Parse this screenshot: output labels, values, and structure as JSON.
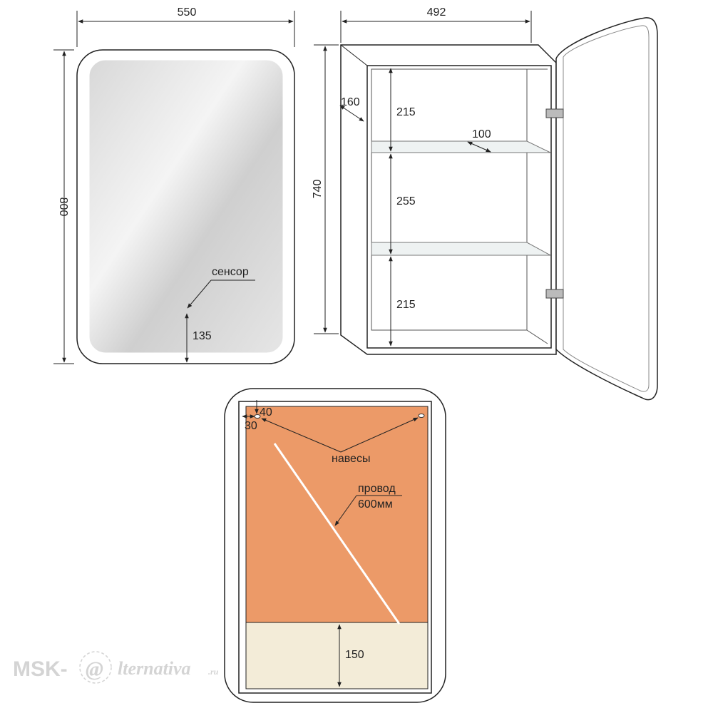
{
  "front_view": {
    "width_label": "550",
    "height_label": "800",
    "sensor_label": "сенсор",
    "sensor_height_label": "135"
  },
  "side_view": {
    "width_label": "492",
    "height_label": "740",
    "depth_label": "160",
    "shelf_depth_label": "100",
    "compartment_labels": [
      "215",
      "255",
      "215"
    ]
  },
  "back_view": {
    "top_offset_label": "40",
    "side_offset_label": "30",
    "hinges_label": "навесы",
    "wire_label_line1": "провод",
    "wire_label_line2": "600мм",
    "bottom_label": "150"
  },
  "watermark": {
    "text_left": "MSK-",
    "at": "@",
    "text_right": "lternativa",
    "suffix": ".ru"
  },
  "colors": {
    "mount_panel": "#EC9A68",
    "bottom_panel": "#F3ECD8",
    "line": "#222222"
  }
}
